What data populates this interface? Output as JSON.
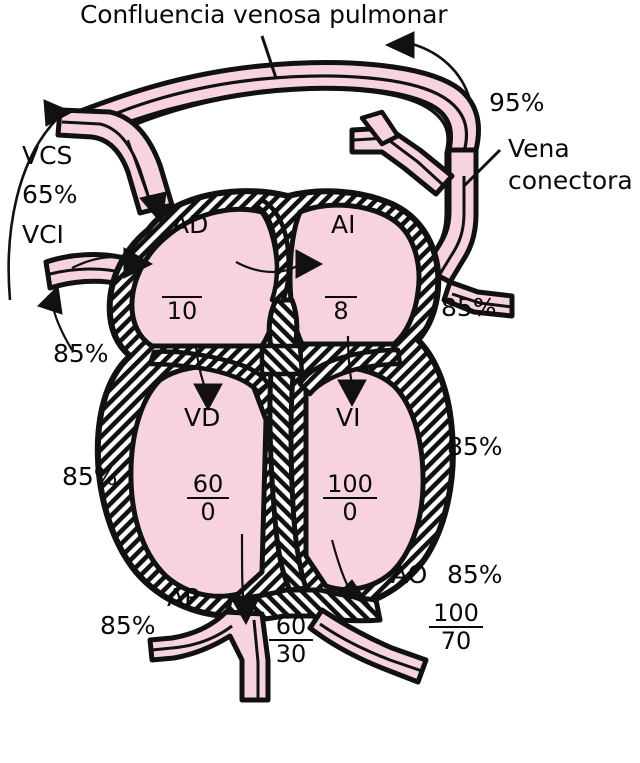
{
  "title": {
    "text": "Confluencia venosa pulmonar"
  },
  "chambers": [
    {
      "id": "ad",
      "label": "AD",
      "name": "right-atrium"
    },
    {
      "id": "ai",
      "label": "AI",
      "name": "left-atrium"
    },
    {
      "id": "vd",
      "label": "VD",
      "name": "right-ventricle"
    },
    {
      "id": "vi",
      "label": "VI",
      "name": "left-ventricle"
    }
  ],
  "vessels": [
    {
      "id": "vcs",
      "label": "VCS",
      "name": "superior-vena-cava"
    },
    {
      "id": "vci",
      "label": "VCI",
      "name": "inferior-vena-cava"
    },
    {
      "id": "ap",
      "label": "AP",
      "name": "pulmonary-artery"
    },
    {
      "id": "ao",
      "label": "AO",
      "name": "aorta"
    },
    {
      "id": "vena_conectora_line1",
      "label": "Vena",
      "name": "connecting-vein-line1"
    },
    {
      "id": "vena_conectora_line2",
      "label": "conectora",
      "name": "connecting-vein-line2"
    }
  ],
  "saturations": {
    "confluence": "95%",
    "vcs": "65%",
    "vci_inflow": "85%",
    "left_atrium_side": "85%",
    "left_ventricle_side": "85%",
    "right_ventricle_side": "85%",
    "pulmonary_artery": "85%",
    "aorta": "85%"
  },
  "pressures": {
    "ad": {
      "systolic": "",
      "diastolic": "10"
    },
    "ai": {
      "systolic": "",
      "diastolic": "8"
    },
    "vd": {
      "systolic": "60",
      "diastolic": "0"
    },
    "vi": {
      "systolic": "100",
      "diastolic": "0"
    },
    "ap": {
      "systolic": "60",
      "diastolic": "30"
    },
    "ao": {
      "systolic": "100",
      "diastolic": "70"
    }
  },
  "colors": {
    "blood": "#f7d3e2",
    "outline": "#111111",
    "background": "#ffffff",
    "text": "#0a0a0a"
  }
}
